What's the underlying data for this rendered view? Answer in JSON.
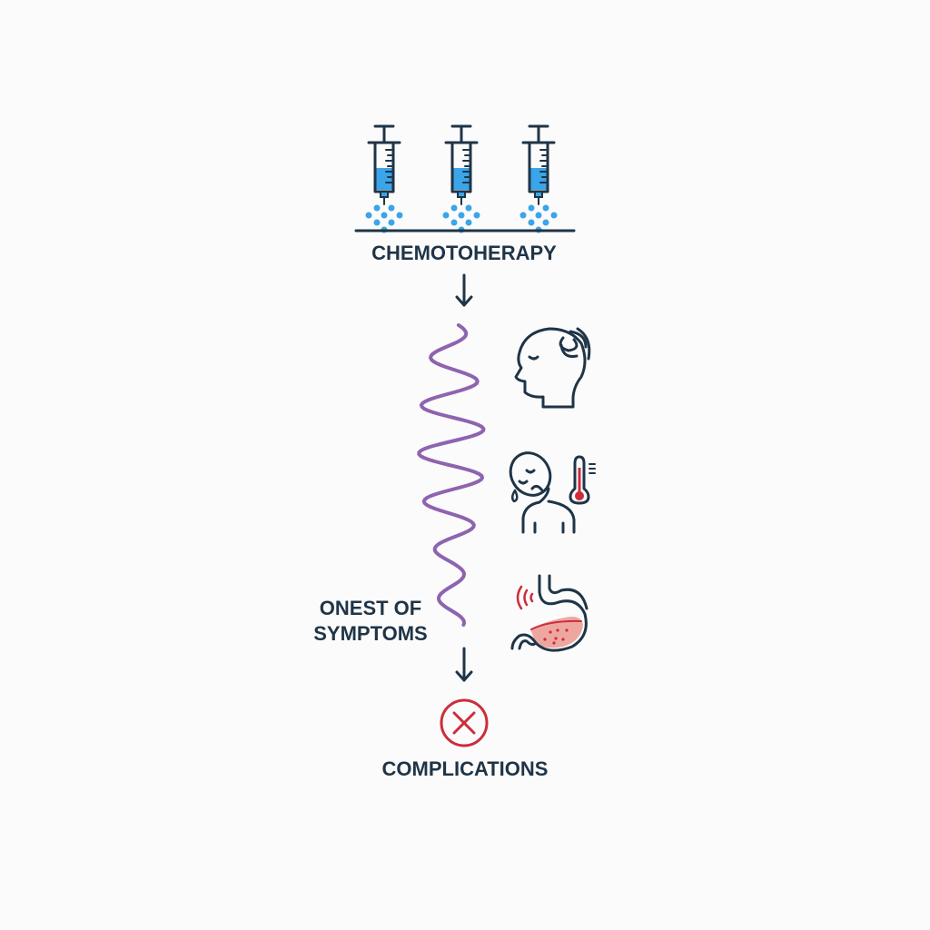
{
  "labels": {
    "treatment": "CHEMOTOHERAPY",
    "onset_line1": "ONEST OF",
    "onset_line2": "SYMPTOMS",
    "outcome": "COMPLICATIONS"
  },
  "icons": [
    "syringe-icon",
    "syringe-icon",
    "syringe-icon",
    "hair-loss-head-icon",
    "fever-person-icon",
    "thermometer-icon",
    "nausea-stomach-icon",
    "complication-x-icon"
  ],
  "colors": {
    "ink": "#1f3447",
    "drug_blue": "#3aa5e8",
    "wave_purple": "#8e63b0",
    "alert_red": "#cc2d3a",
    "stomach_fill": "#eea7a0"
  }
}
